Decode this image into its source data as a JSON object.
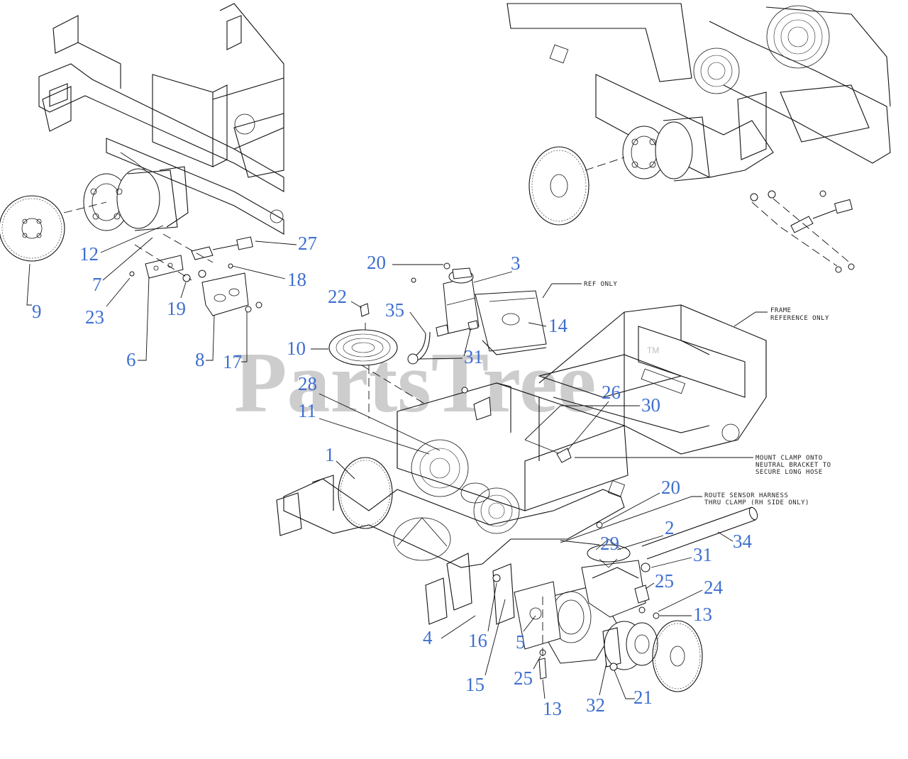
{
  "watermark": "PartsTree",
  "watermark_tm": "TM",
  "notes": {
    "ref_only": "REF ONLY",
    "frame_ref_1": "FRAME",
    "frame_ref_2": "REFERENCE ONLY",
    "mount_clamp_1": "MOUNT CLAMP ONTO",
    "mount_clamp_2": "NEUTRAL BRACKET TO",
    "mount_clamp_3": "SECURE LONG HOSE",
    "route_sensor_1": "ROUTE SENSOR HARNESS",
    "route_sensor_2": "THRU CLAMP (RH SIDE ONLY)"
  },
  "callouts": [
    "27",
    "12",
    "18",
    "7",
    "9",
    "23",
    "19",
    "6",
    "8",
    "17",
    "20",
    "3",
    "22",
    "35",
    "14",
    "10",
    "31",
    "26",
    "30",
    "28",
    "11",
    "1",
    "20",
    "2",
    "34",
    "29",
    "31",
    "25",
    "24",
    "13",
    "4",
    "16",
    "5",
    "15",
    "25",
    "13",
    "32",
    "21"
  ]
}
